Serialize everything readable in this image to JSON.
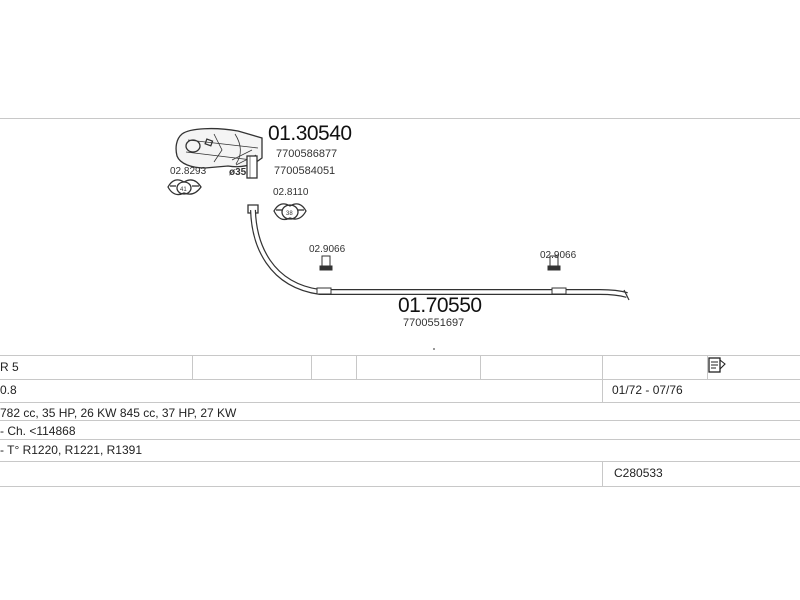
{
  "diagram": {
    "rear_muffler": {
      "part_no": "01.30540",
      "oem": [
        "7700586877",
        "7700584051"
      ]
    },
    "pipe_diameter": "ø35",
    "clamp_left": {
      "part_no": "02.8293",
      "size": "41"
    },
    "clamp_right": {
      "part_no": "02.8110",
      "size": "38"
    },
    "hanger_left": {
      "part_no": "02.9066"
    },
    "hanger_right": {
      "part_no": "02.9066"
    },
    "front_pipe": {
      "part_no": "01.70550",
      "oem": "7700551697"
    }
  },
  "table": {
    "model": "R 5",
    "engine_size": "0.8",
    "years": "01/72 - 07/76",
    "engine_details": "782 cc, 35 HP, 26 KW 845 cc, 37 HP, 27 KW",
    "chassis": "- Ch. <114868",
    "types": "- T° R1220, R1221, R1391",
    "code": "C280533"
  }
}
